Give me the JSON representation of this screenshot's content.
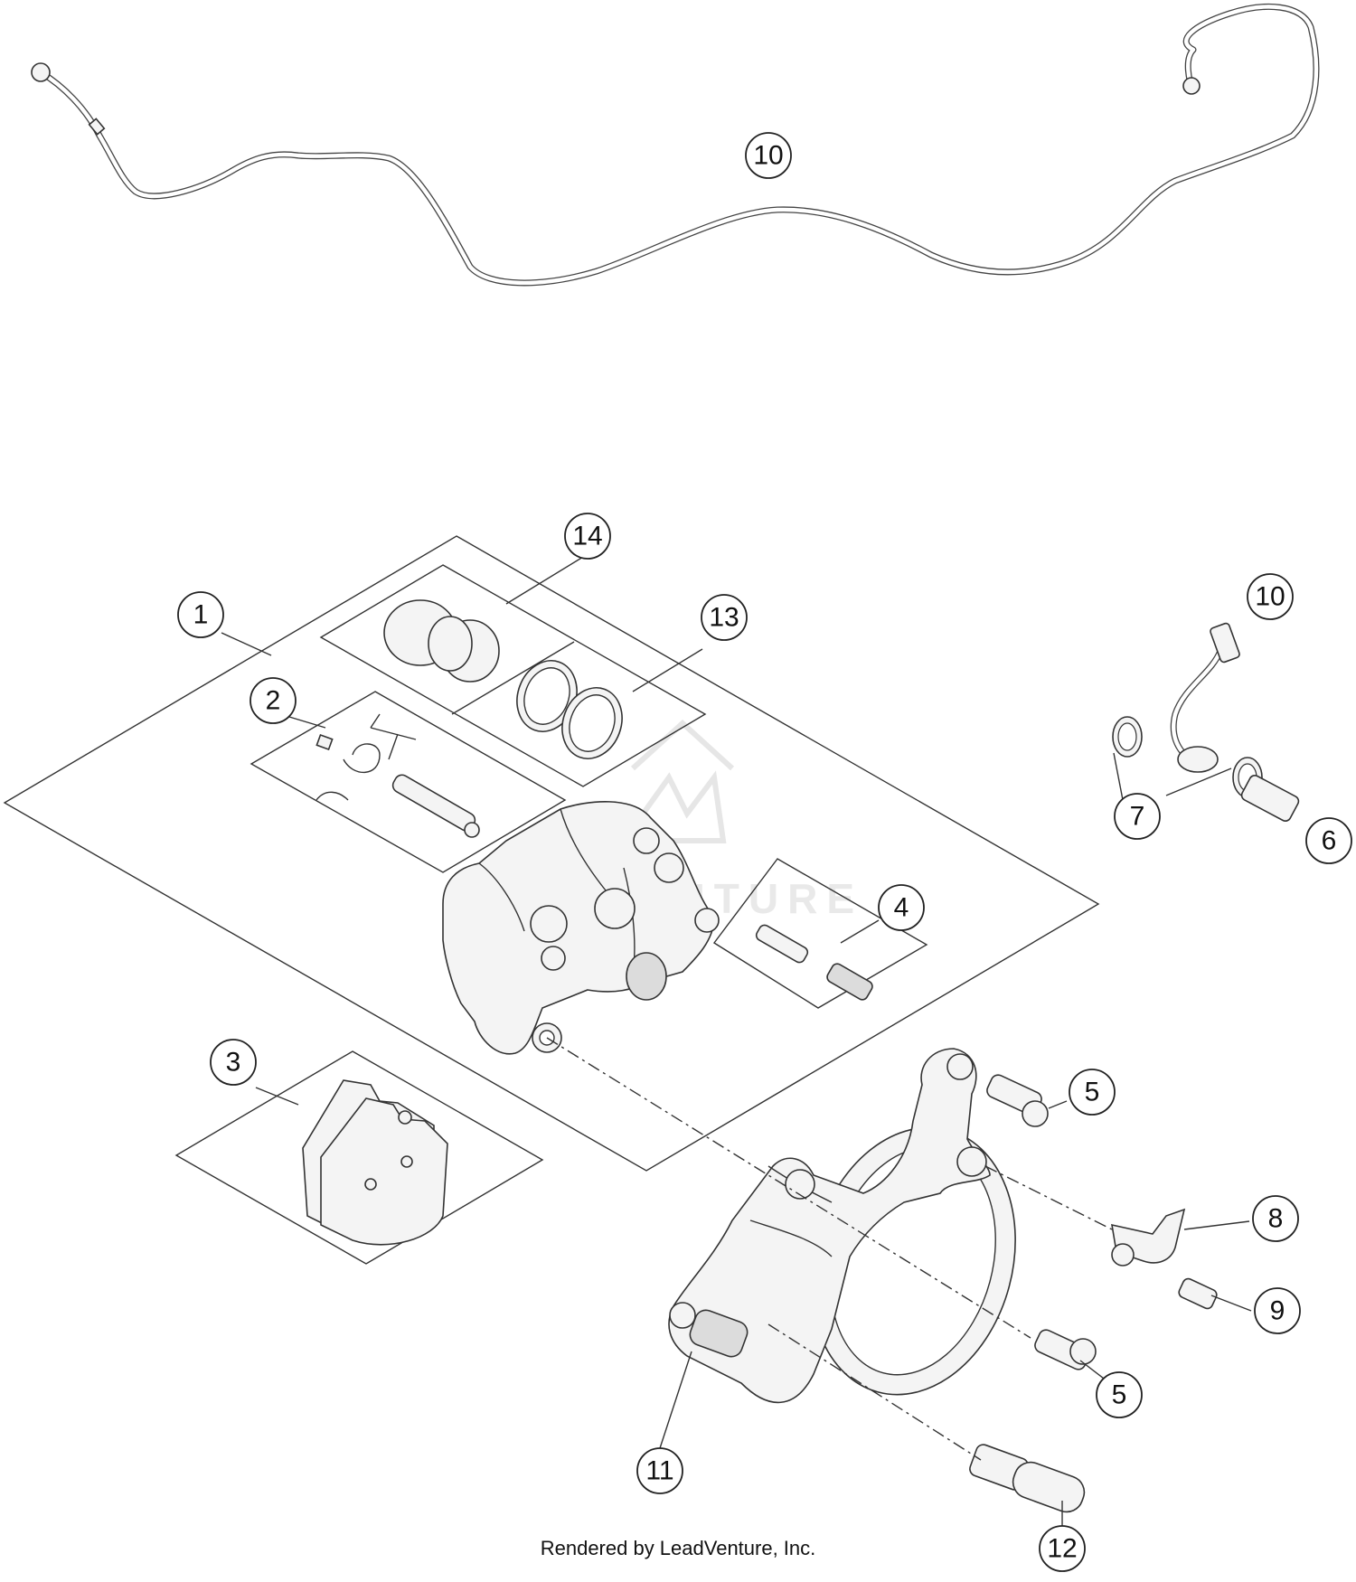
{
  "footer_text": "Rendered by LeadVenture, Inc.",
  "watermark": "LEADVENTURE",
  "callouts": [
    "10",
    "14",
    "1",
    "13",
    "2",
    "10",
    "7",
    "6",
    "4",
    "3",
    "5",
    "8",
    "9",
    "5",
    "11",
    "12"
  ]
}
